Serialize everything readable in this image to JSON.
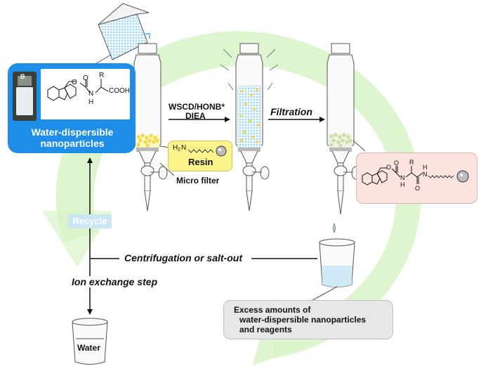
{
  "diagram": {
    "panel_letter": "B",
    "nanoparticle_label_line1": "Water-dispersible",
    "nanoparticle_label_line2": "nanoparticles",
    "amino_acid_cooh": "COOH",
    "amino_acid_r": "R",
    "amino_acid_n": "N",
    "amino_acid_h": "H",
    "amino_acid_o": "O",
    "coupling_reagents_line1": "WSCD/HONB*",
    "coupling_reagents_line2": "DIEA",
    "filtration_label": "Filtration",
    "resin_h2n": "H",
    "resin_sub2": "2",
    "resin_n": "N",
    "resin_label": "Resin",
    "micro_filter_label": "Micro filter",
    "recycle_label": "Recycle",
    "centrifugation_label": "Centrifugation or salt-out",
    "ion_exchange_label": "Ion exchange step",
    "water_label": "Water",
    "excess_line1": "Excess amounts of",
    "excess_line2": "water-dispersible nanoparticles",
    "excess_line3": "and reagents",
    "product_r": "R",
    "product_o": "O",
    "product_n": "N",
    "product_h": "H",
    "colors": {
      "blue_box": "#1f8ee8",
      "green_cycle": "#d8f4c8",
      "resin_yellow": "#fbf48a",
      "product_pink": "#fbe3e0",
      "excess_gray": "#e7e7e7",
      "recycle_light_blue": "#c9e6f4"
    }
  }
}
